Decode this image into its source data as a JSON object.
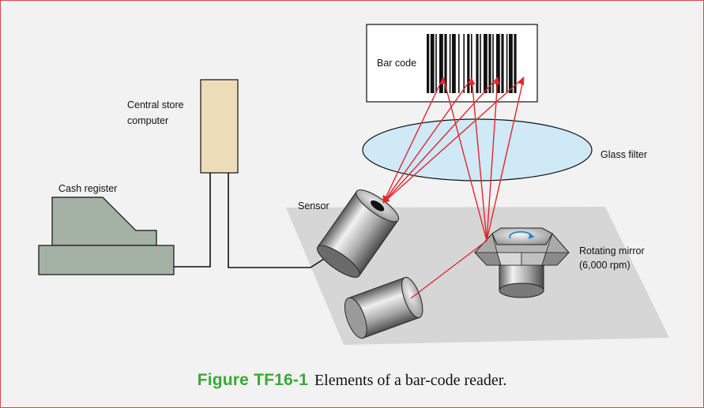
{
  "labels": {
    "bar_code": "Bar code",
    "central_computer_line1": "Central store",
    "central_computer_line2": "computer",
    "glass_filter": "Glass filter",
    "cash_register": "Cash register",
    "sensor": "Sensor",
    "rotating_mirror_line1": "Rotating mirror",
    "rotating_mirror_line2": "(6,000 rpm)"
  },
  "caption": {
    "figure_number": "Figure TF16-1",
    "text": "Elements of a bar-code reader."
  },
  "colors": {
    "border": "#e0444b",
    "background": "#f2f2f2",
    "laser_beam": "#e3262d",
    "computer": "#ecdcb8",
    "glass_filter": "#cfe9f7",
    "cash_register": "#a3b2a5",
    "table_surface": "#d6d6d6",
    "caption_accent": "#3aaa35"
  },
  "icons": {
    "mirror_rotation": "circular-arrow-icon"
  }
}
